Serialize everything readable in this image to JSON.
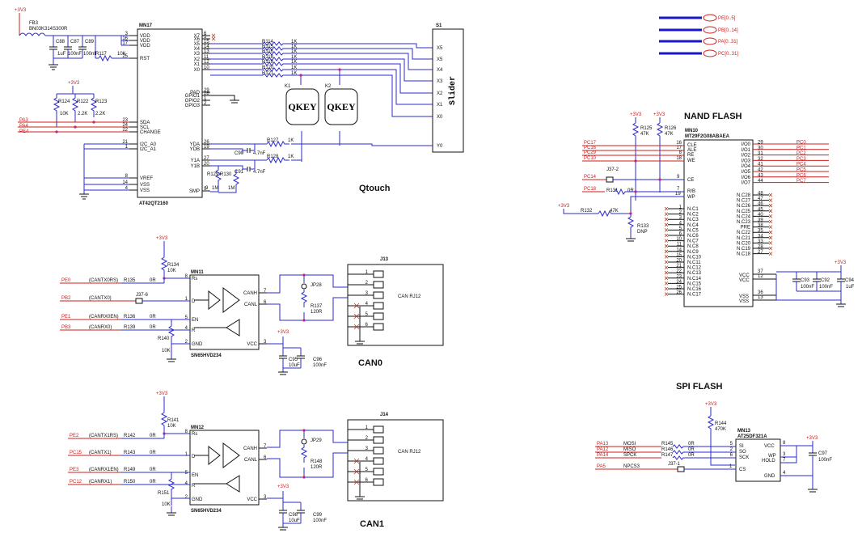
{
  "titles": {
    "qtouch": "Qtouch",
    "can0": "CAN0",
    "can1": "CAN1",
    "nand": "NAND FLASH",
    "spi": "SPI FLASH"
  },
  "qtouch": {
    "power": "+3V3",
    "fb": "FB3",
    "fb_part": "BN03K314S300R",
    "c88": "C88",
    "c88v": "1uF",
    "c87": "C87",
    "c87v": "100nF",
    "c89": "C89",
    "c89v": "100nF",
    "r117": "R117",
    "r117v": "10K",
    "power2": "+3V3",
    "r124": "R124",
    "r122": "R122",
    "r123": "R123",
    "r124v": "10K",
    "r122v": "2.2K",
    "r123v": "2.2K",
    "pa3": "PA3",
    "pa4": "PA4",
    "pe4": "PE4",
    "ic": "MN17",
    "ic_part": "AT42QT2160",
    "left_pins": [
      {
        "name": "VDD",
        "num": "3"
      },
      {
        "name": "VDD",
        "num": "16"
      },
      {
        "name": "VDD",
        "num": "17"
      },
      {
        "name": "RST",
        "num": "25"
      },
      {
        "name": "SDA",
        "num": "23"
      },
      {
        "name": "SCL",
        "num": "24"
      },
      {
        "name": "CHANGE",
        "num": "22"
      },
      {
        "name": "I2C_A0",
        "num": "21"
      },
      {
        "name": "I2C_A1",
        "num": "1"
      },
      {
        "name": "VREF",
        "num": "8"
      },
      {
        "name": "VSS",
        "num": "14"
      },
      {
        "name": "VSS",
        "num": "4"
      }
    ],
    "right_pins": [
      {
        "name": "X7",
        "num": "6"
      },
      {
        "name": "X6",
        "num": "5"
      },
      {
        "name": "X5",
        "num": "15"
      },
      {
        "name": "X4",
        "num": "14"
      },
      {
        "name": "X3",
        "num": "13"
      },
      {
        "name": "X2",
        "num": "11"
      },
      {
        "name": "X1",
        "num": "12"
      },
      {
        "name": "X0",
        "num": "10"
      },
      {
        "name": "PAD",
        "num": "29"
      },
      {
        "name": "GPIO1",
        "num": "28"
      },
      {
        "name": "GPIO2",
        "num": "1"
      },
      {
        "name": "GPIO3",
        "num": "2"
      },
      {
        "name": "YDA",
        "num": "26"
      },
      {
        "name": "YDB",
        "num": "19"
      },
      {
        "name": "Y1A",
        "num": "27"
      },
      {
        "name": "Y1B",
        "num": "20"
      },
      {
        "name": "SMP",
        "num": "9"
      }
    ],
    "res_labels": [
      "R114",
      "R115",
      "R116",
      "R118",
      "R119",
      "R120",
      "R121"
    ],
    "res_val": "1K",
    "k1": "K1",
    "k2": "K2",
    "qkey": "QKEY",
    "s1": "S1",
    "slider": "Slider",
    "slider_pins": [
      "X5",
      "X5",
      "X4",
      "X3",
      "X2",
      "X1",
      "X0",
      "Y0"
    ],
    "r127": "R127",
    "r128": "R128",
    "r127v": "1K",
    "r128v": "1K",
    "c90": "C90",
    "c91": "C91",
    "cv": "4.7nF",
    "r129": "R129",
    "r130": "R130",
    "r129v": "1M",
    "r130v": "1M",
    "smp_val": "9"
  },
  "can0": {
    "power": "+3V3",
    "r134": "R134",
    "r134v": "10K",
    "ic": "MN11",
    "ic_part": "SN65HVD234",
    "pe0": "PE0",
    "pe0n": "(CANTX0RS)",
    "r135": "R135",
    "r135v": "0R",
    "pb2": "PB2",
    "pb2n": "(CANTX0)",
    "j37": "J37-6",
    "pe1": "PE1",
    "pe1n": "(CANRX0EN)",
    "r136": "R136",
    "r136v": "0R",
    "pb3": "PB3",
    "pb3n": "(CANRX0)",
    "r139": "R139",
    "r139v": "0R",
    "r140": "R140",
    "r140v": "10K",
    "pins_l": [
      {
        "name": "Rs",
        "num": "8"
      },
      {
        "name": "D",
        "num": "1"
      },
      {
        "name": "EN",
        "num": "5"
      },
      {
        "name": "R",
        "num": "4"
      },
      {
        "name": "GND",
        "num": "2"
      }
    ],
    "pins_r": [
      {
        "name": "CANH",
        "num": "7"
      },
      {
        "name": "CANL",
        "num": "6"
      },
      {
        "name": "VCC",
        "num": "3"
      }
    ],
    "jp": "JP28",
    "r137": "R137",
    "r137v": "120R",
    "power2": "+3V3",
    "c95": "C95",
    "c95v": "10uF",
    "c96": "C96",
    "c96v": "100nF",
    "j": "J13",
    "jlabel": "CAN RJ12",
    "jpins": [
      "1",
      "2",
      "3",
      "4",
      "5",
      "6"
    ]
  },
  "can1": {
    "power": "+3V3",
    "r141": "R141",
    "r141v": "10K",
    "ic": "MN12",
    "ic_part": "SN65HVD234",
    "pe2": "PE2",
    "pe2n": "(CANTX1RS)",
    "r142": "R142",
    "r142v": "0R",
    "pc15": "PC15",
    "pc15n": "(CANTX1)",
    "r143": "R143",
    "r143v": "0R",
    "pe3": "PE3",
    "pe3n": "(CANRX1EN)",
    "r149": "R149",
    "r149v": "0R",
    "pc12": "PC12",
    "pc12n": "(CANRX1)",
    "r150": "R150",
    "r150v": "0R",
    "r151": "R151",
    "r151v": "10K",
    "pins_l": [
      {
        "name": "Rs",
        "num": "8"
      },
      {
        "name": "D",
        "num": "1"
      },
      {
        "name": "EN",
        "num": "5"
      },
      {
        "name": "R",
        "num": "4"
      },
      {
        "name": "GND",
        "num": "2"
      }
    ],
    "pins_r": [
      {
        "name": "CANH",
        "num": "7"
      },
      {
        "name": "CANL",
        "num": "6"
      },
      {
        "name": "VCC",
        "num": "3"
      }
    ],
    "jp": "JP29",
    "r148": "R148",
    "r148v": "120R",
    "power2": "+3V3",
    "c98": "C98",
    "c98v": "10uF",
    "c99": "C99",
    "c99v": "100nF",
    "j": "J14",
    "jlabel": "CAN RJ12",
    "jpins": [
      "1",
      "2",
      "3",
      "4",
      "5",
      "6"
    ]
  },
  "buses": [
    "PE[0..5]",
    "PB[0..14]",
    "PA[0..31]",
    "PC[0..31]"
  ],
  "nand": {
    "power1": "+3V3",
    "power2": "+3V3",
    "r125": "R125",
    "r125v": "47K",
    "r126": "R126",
    "r126v": "47K",
    "ic": "MN10",
    "ic_part": "MT29F2G08ABAEA",
    "left_nets": [
      {
        "net": "PC17",
        "num": "16",
        "pin": "CLE"
      },
      {
        "net": "PC16",
        "num": "17",
        "pin": "ALE"
      },
      {
        "net": "PC29",
        "num": "8",
        "pin": "RE"
      },
      {
        "net": "PC10",
        "num": "18",
        "pin": "WE"
      }
    ],
    "pc14": "PC14",
    "j372": "J37-2",
    "ce_num": "9",
    "ce": "CE",
    "pc18": "PC18",
    "r131": "R131",
    "r131v": "0R",
    "rb_num": "7",
    "rb": "R/B",
    "wp_num": "19",
    "wp": "WP",
    "power3": "+3V3",
    "r132": "R132",
    "r132v": "47K",
    "r133": "R133",
    "r133v": "DNP",
    "nc_left": [
      {
        "name": "N.C1",
        "num": "1"
      },
      {
        "name": "N.C2",
        "num": "2"
      },
      {
        "name": "N.C3",
        "num": "3"
      },
      {
        "name": "N.C4",
        "num": "4"
      },
      {
        "name": "N.C5",
        "num": "5"
      },
      {
        "name": "N.C6",
        "num": "6"
      },
      {
        "name": "N.C7",
        "num": "10"
      },
      {
        "name": "N.C8",
        "num": "11"
      },
      {
        "name": "N.C9",
        "num": "14"
      },
      {
        "name": "N.C10",
        "num": "15"
      },
      {
        "name": "N.C11",
        "num": "20"
      },
      {
        "name": "N.C12",
        "num": "21"
      },
      {
        "name": "N.C13",
        "num": "22"
      },
      {
        "name": "N.C14",
        "num": "23"
      },
      {
        "name": "N.C15",
        "num": "24"
      },
      {
        "name": "N.C16",
        "num": "25"
      },
      {
        "name": "N.C17",
        "num": "26"
      }
    ],
    "io": [
      {
        "pin": "I/O0",
        "num": "29",
        "net": "PC0"
      },
      {
        "pin": "I/O1",
        "num": "30",
        "net": "PC1"
      },
      {
        "pin": "I/O2",
        "num": "31",
        "net": "PC2"
      },
      {
        "pin": "I/O3",
        "num": "32",
        "net": "PC3"
      },
      {
        "pin": "I/O4",
        "num": "41",
        "net": "PC4"
      },
      {
        "pin": "I/O5",
        "num": "42",
        "net": "PC5"
      },
      {
        "pin": "I/O6",
        "num": "43",
        "net": "PC6"
      },
      {
        "pin": "I/O7",
        "num": "44",
        "net": "PC7"
      }
    ],
    "nc_right": [
      {
        "name": "N.C28",
        "num": "48"
      },
      {
        "name": "N.C27",
        "num": "47"
      },
      {
        "name": "N.C26",
        "num": "46"
      },
      {
        "name": "N.C25",
        "num": "45"
      },
      {
        "name": "N.C24",
        "num": "40"
      },
      {
        "name": "N.C23",
        "num": "39"
      },
      {
        "name": "PRE",
        "num": "38"
      },
      {
        "name": "N.C22",
        "num": "35"
      },
      {
        "name": "N.C21",
        "num": "34"
      },
      {
        "name": "N.C20",
        "num": "33"
      },
      {
        "name": "N.C19",
        "num": "28"
      },
      {
        "name": "N.C18",
        "num": "27"
      }
    ],
    "vcc1": {
      "name": "VCC",
      "num": "37"
    },
    "vcc2": {
      "name": "VCC",
      "num": "12"
    },
    "vss1": {
      "name": "VSS",
      "num": "36"
    },
    "vss2": {
      "name": "VSS",
      "num": "13"
    },
    "power4": "+3V3",
    "c93": "C93",
    "c93v": "100nF",
    "c92": "C92",
    "c92v": "100nF",
    "c94": "C94",
    "c94v": "1uF"
  },
  "spi": {
    "power": "+3V3",
    "r144": "R144",
    "r144v": "470K",
    "ic": "MN13",
    "ic_part": "AT25DF321A",
    "rows": [
      {
        "net": "PA13",
        "sig": "MOSI",
        "r": "R145",
        "rv": "0R",
        "pin": "SI",
        "num": "5"
      },
      {
        "net": "PA12",
        "sig": "MISO",
        "r": "R146",
        "rv": "0R",
        "pin": "SO",
        "num": "2"
      },
      {
        "net": "PA14",
        "sig": "SPCK",
        "r": "R147",
        "rv": "0R",
        "pin": "SCK",
        "num": "6"
      }
    ],
    "pa5": "PA5",
    "npcs3": "NPCS3",
    "j371": "J37-1",
    "cs": "CS",
    "cs_num": "1",
    "vcc": {
      "name": "VCC",
      "num": "8"
    },
    "wp": {
      "name": "WP",
      "num": "3"
    },
    "hold": {
      "name": "HOLD",
      "num": "7"
    },
    "gnd": {
      "name": "GND",
      "num": "4"
    },
    "power2": "+3V3",
    "c97": "C97",
    "c97v": "100nF"
  }
}
